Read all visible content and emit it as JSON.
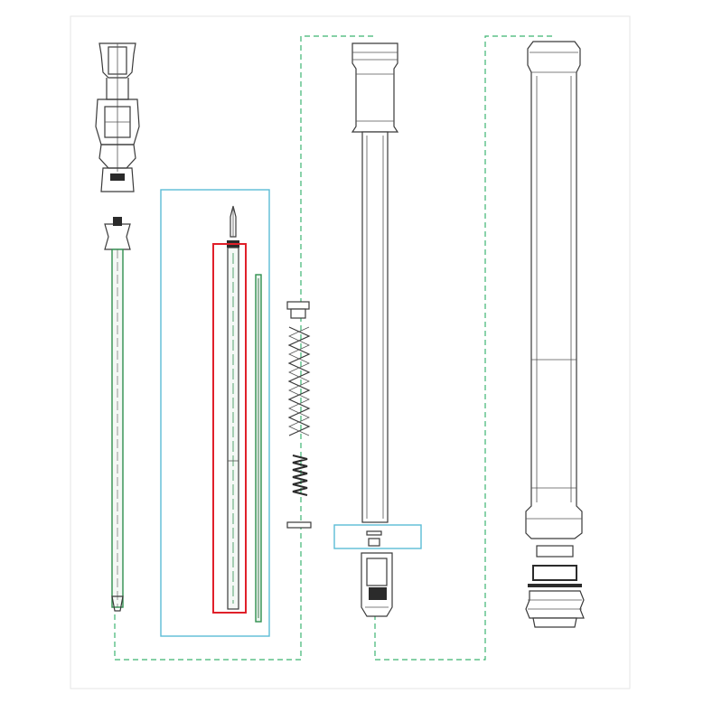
{
  "diagram": {
    "kind": "exploded-parts-drawing",
    "colors": {
      "background": "#ffffff",
      "part_outline": "#3a3a3a",
      "dashed_connector": "#3cb371",
      "group_box": "#5bbcd6",
      "highlight_box": "#e0202a",
      "rod_green": "#2f8f4e"
    },
    "parts": [
      {
        "name": "damper-cartridge-assembly"
      },
      {
        "name": "damper-rod"
      },
      {
        "name": "thin-rod"
      },
      {
        "name": "top-cap"
      },
      {
        "name": "main-spring"
      },
      {
        "name": "short-spring"
      },
      {
        "name": "spacer"
      },
      {
        "name": "stanchion-tube"
      },
      {
        "name": "lower-leg"
      }
    ],
    "highlights": [
      "damper-rod"
    ],
    "groups": [
      "rod-group",
      "stanchion-bottom-group"
    ]
  }
}
